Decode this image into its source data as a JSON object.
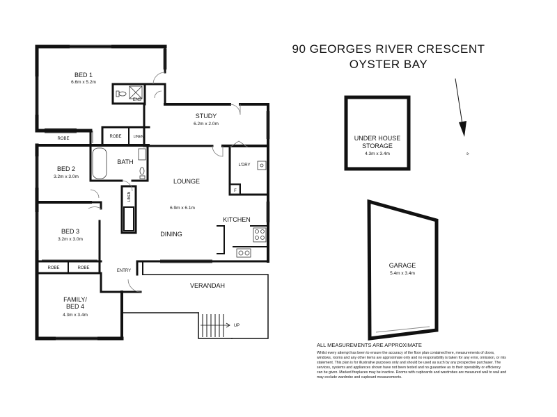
{
  "address": {
    "line1": "90 GEORGES RIVER CRESCENT",
    "line2": "OYSTER BAY"
  },
  "north": {
    "label": "N"
  },
  "rooms": {
    "bed1": {
      "name": "BED 1",
      "dim": "6.6m x 5.2m"
    },
    "ens": {
      "name": "ENS"
    },
    "study": {
      "name": "STUDY",
      "dim": "6.2m x 2.0m"
    },
    "robe_bed1": {
      "name": "ROBE"
    },
    "robe_hall": {
      "name": "ROBE"
    },
    "linen_top": {
      "name": "LINEN"
    },
    "bath": {
      "name": "BATH"
    },
    "bed2": {
      "name": "BED 2",
      "dim": "3.2m x 3.0m"
    },
    "linen_side": {
      "name": "LINEN"
    },
    "lounge": {
      "name": "LOUNGE",
      "dim": "6.9m x 6.1m"
    },
    "laundry": {
      "name": "L'DRY"
    },
    "fridge": {
      "name": "F"
    },
    "kitchen": {
      "name": "KITCHEN"
    },
    "dining": {
      "name": "DINING"
    },
    "bed3": {
      "name": "BED 3",
      "dim": "3.2m x 3.0m"
    },
    "robe_bed3a": {
      "name": "ROBE"
    },
    "robe_bed3b": {
      "name": "ROBE"
    },
    "entry": {
      "name": "ENTRY"
    },
    "verandah": {
      "name": "VERANDAH"
    },
    "up": {
      "name": "UP"
    },
    "family": {
      "name_line1": "FAMILY/",
      "name_line2": "BED 4",
      "dim": "4.3m x 3.4m"
    },
    "storage": {
      "name_line1": "UNDER HOUSE",
      "name_line2": "STORAGE",
      "dim": "4.3m x 3.4m"
    },
    "garage": {
      "name": "GARAGE",
      "dim": "5.4m x 3.4m"
    }
  },
  "disclaimer": {
    "heading": "ALL MEASUREMENTS ARE APPROXIMATE",
    "lines": [
      "Whilst every attempt has been to ensure the accuracy of the floor plan contained here, measurements of doors,",
      "windows, rooms and any other items are approximate only and no responsibility is taken for any error, omission, or mis",
      "statement. This plan is for illustrative purposes only and should be used as such by any prospective purchaser. The",
      "services, systems and appliances shown have not been tested and no guarantee as to their operability or efficiency",
      "can be given. Marked fireplaces may be inactive. Rooms with cupboards and wardrobes are measured wall to wall and",
      "may exclude wardrobe and cupboard measurements."
    ]
  }
}
